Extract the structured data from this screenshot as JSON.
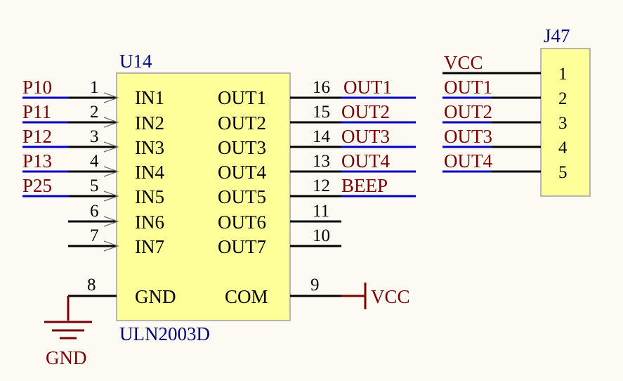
{
  "ic": {
    "designator": "U14",
    "part": "ULN2003D",
    "inputs": [
      {
        "name": "IN1",
        "pin": "1",
        "net": "P10"
      },
      {
        "name": "IN2",
        "pin": "2",
        "net": "P11"
      },
      {
        "name": "IN3",
        "pin": "3",
        "net": "P12"
      },
      {
        "name": "IN4",
        "pin": "4",
        "net": "P13"
      },
      {
        "name": "IN5",
        "pin": "5",
        "net": "P25"
      },
      {
        "name": "IN6",
        "pin": "6",
        "net": ""
      },
      {
        "name": "IN7",
        "pin": "7",
        "net": ""
      }
    ],
    "outputs": [
      {
        "name": "OUT1",
        "pin": "16",
        "net": "OUT1"
      },
      {
        "name": "OUT2",
        "pin": "15",
        "net": "OUT2"
      },
      {
        "name": "OUT3",
        "pin": "14",
        "net": "OUT3"
      },
      {
        "name": "OUT4",
        "pin": "13",
        "net": "OUT4"
      },
      {
        "name": "OUT5",
        "pin": "12",
        "net": "BEEP"
      },
      {
        "name": "OUT6",
        "pin": "11",
        "net": ""
      },
      {
        "name": "OUT7",
        "pin": "10",
        "net": ""
      }
    ],
    "gnd": {
      "name": "GND",
      "pin": "8"
    },
    "com": {
      "name": "COM",
      "pin": "9"
    }
  },
  "power": {
    "gnd_label": "GND",
    "vcc_label": "VCC"
  },
  "connector": {
    "designator": "J47",
    "pins": [
      {
        "pin": "1",
        "net": "VCC"
      },
      {
        "pin": "2",
        "net": "OUT1"
      },
      {
        "pin": "3",
        "net": "OUT2"
      },
      {
        "pin": "4",
        "net": "OUT3"
      },
      {
        "pin": "5",
        "net": "OUT4"
      }
    ]
  },
  "colors": {
    "background": "#fdfaf4",
    "component_fill": "#ffff99",
    "net_label": "#7a0000",
    "designator": "#000080",
    "bus_wire": "#0000c0"
  }
}
